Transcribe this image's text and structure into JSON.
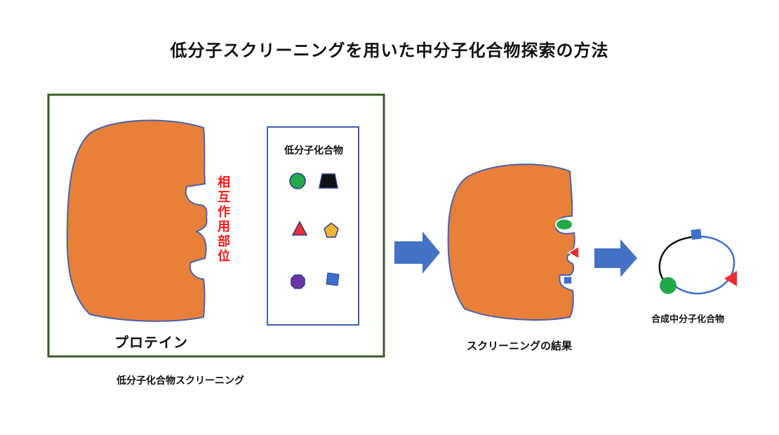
{
  "title": "低分子スクリーニングを用いた中分子化合物探索の方法",
  "screening_panel": {
    "protein_label": "プロテイン",
    "interaction_site_label": [
      "相",
      "互",
      "作",
      "用",
      "部",
      "位"
    ],
    "compound_box_title": "低分子化合物",
    "caption": "低分子化合物スクリーニング"
  },
  "result": {
    "caption": "スクリーニングの結果"
  },
  "product": {
    "caption": "合成中分子化合物"
  },
  "colors": {
    "protein_fill": "#e8803a",
    "protein_outline": "#4a62a8",
    "frame_border": "#3c5a2a",
    "compound_box_border": "#3f5fa8",
    "arrow": "#4472c4",
    "site_label": "#ff1a1a",
    "green_circle": "#22a84a",
    "black_trapezoid": "#111111",
    "red_triangle": "#e83030",
    "yellow_pentagon": "#f2b531",
    "purple_octagon": "#6b35a8",
    "blue_square": "#3f6fcc"
  },
  "shapes": [
    "green-circle",
    "black-trapezoid",
    "red-triangle",
    "yellow-pentagon",
    "purple-octagon",
    "blue-square"
  ]
}
